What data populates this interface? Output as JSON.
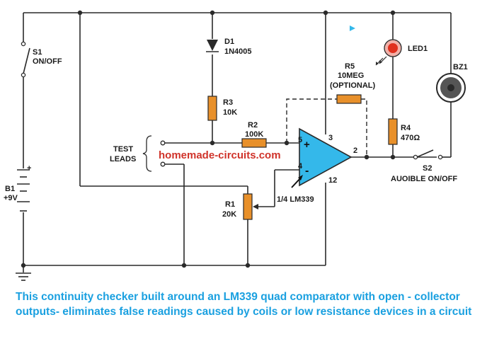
{
  "components": {
    "s1": {
      "ref": "S1",
      "value": "ON/OFF"
    },
    "d1": {
      "ref": "D1",
      "value": "1N4005"
    },
    "r3": {
      "ref": "R3",
      "value": "10K"
    },
    "r2": {
      "ref": "R2",
      "value": "100K"
    },
    "r5": {
      "ref": "R5",
      "value": "10MEG",
      "note": "(OPTIONAL)"
    },
    "led1": {
      "ref": "LED1"
    },
    "bz1": {
      "ref": "BZ1"
    },
    "r4": {
      "ref": "R4",
      "value": "470Ω"
    },
    "s2": {
      "ref": "S2",
      "value": "AUOIBLE ON/OFF"
    },
    "b1": {
      "ref": "B1",
      "value": "+9V",
      "plus": "+"
    },
    "r1": {
      "ref": "R1",
      "value": "20K"
    },
    "ic": {
      "label": "1/4 LM339",
      "plus": "+",
      "minus": "-"
    }
  },
  "test_leads": {
    "line1": "TEST",
    "line2": "LEADS"
  },
  "pins": {
    "p5": "5",
    "p4": "4",
    "p3": "3",
    "p2": "2",
    "p12": "12"
  },
  "watermark": "homemade-circuits.com",
  "caption": "This continuity checker  built around an LM339 quad comparator with open - collector outputs- eliminates false readings caused by coils or low resistance devices in a circuit",
  "colors": {
    "resistor": "#e8902a",
    "comparator": "#34b8ea",
    "caption": "#1aa0e0",
    "watermark": "#d0332a",
    "led": "#e0301e"
  }
}
